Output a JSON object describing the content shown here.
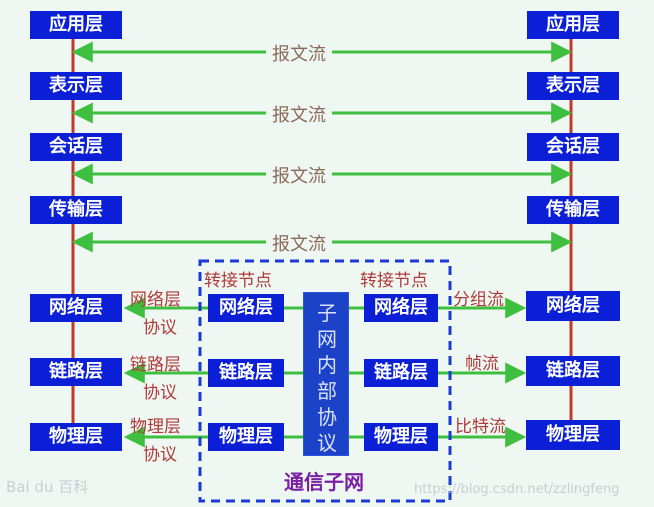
{
  "end_systems": {
    "left": [
      "应用层",
      "表示层",
      "会话层",
      "传输层",
      "网络层",
      "链路层",
      "物理层"
    ],
    "right": [
      "应用层",
      "表示层",
      "会话层",
      "传输层",
      "网络层",
      "链路层",
      "物理层"
    ]
  },
  "peer_flows": [
    "报文流",
    "报文流",
    "报文流",
    "报文流"
  ],
  "subnet": {
    "title": "通信子网",
    "left_node_label": "转接节点",
    "right_node_label": "转接节点",
    "left_nodes": [
      "网络层",
      "链路层",
      "物理层"
    ],
    "right_nodes": [
      "网络层",
      "链路层",
      "物理层"
    ],
    "internal_protocol_chars": [
      "子",
      "网",
      "内",
      "部",
      "协",
      "议"
    ]
  },
  "left_protocols": [
    {
      "line1": "网络层",
      "line2": "协议"
    },
    {
      "line1": "链路层",
      "line2": "协议"
    },
    {
      "line1": "物理层",
      "line2": "协议"
    }
  ],
  "right_flows": [
    "分组流",
    "帧流",
    "比特流"
  ],
  "watermark": {
    "baidu": "Bai du 百科",
    "url": "https://blog.csdn.net/zzlingfeng"
  },
  "colors": {
    "box": "#0a1fd6",
    "arrow": "#3fbf3f",
    "vertical_line": "#c0392b",
    "subnet_border": "#1a3ad6",
    "flow_text": "#8a6a5a",
    "protocol_text": "#b03a3a",
    "subnet_title": "#7a1fa6"
  }
}
